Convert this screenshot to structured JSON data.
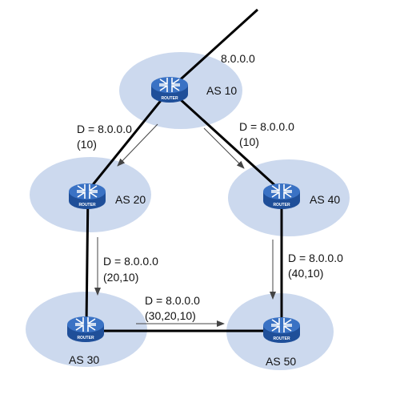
{
  "uplink_prefix": "8.0.0.0",
  "nodes": [
    {
      "id": "as10",
      "label": "AS 10",
      "device_text": "ROUTER"
    },
    {
      "id": "as20",
      "label": "AS 20",
      "device_text": "ROUTER"
    },
    {
      "id": "as40",
      "label": "AS 40",
      "device_text": "ROUTER"
    },
    {
      "id": "as30",
      "label": "AS 30",
      "device_text": "ROUTER"
    },
    {
      "id": "as50",
      "label": "AS 50",
      "device_text": "ROUTER"
    }
  ],
  "links": [
    {
      "from": "as10",
      "to": "as20"
    },
    {
      "from": "as10",
      "to": "as40"
    },
    {
      "from": "as20",
      "to": "as30"
    },
    {
      "from": "as40",
      "to": "as50"
    },
    {
      "from": "as30",
      "to": "as50"
    }
  ],
  "updates": [
    {
      "from": "as10",
      "to": "as20",
      "dest": "D = 8.0.0.0",
      "path": "(10)"
    },
    {
      "from": "as10",
      "to": "as40",
      "dest": "D = 8.0.0.0",
      "path": "(10)"
    },
    {
      "from": "as20",
      "to": "as30",
      "dest": "D = 8.0.0.0",
      "path": "(20,10)"
    },
    {
      "from": "as40",
      "to": "as50",
      "dest": "D = 8.0.0.0",
      "path": "(40,10)"
    },
    {
      "from": "as30",
      "to": "as50",
      "dest": "D = 8.0.0.0",
      "path": "(30,20,10)"
    }
  ],
  "colors": {
    "as_cloud": "#ccd9ee",
    "router_body": "#1f4f99",
    "router_top": "#3a72c4",
    "link": "#000000",
    "update_arrow": "#444444"
  }
}
